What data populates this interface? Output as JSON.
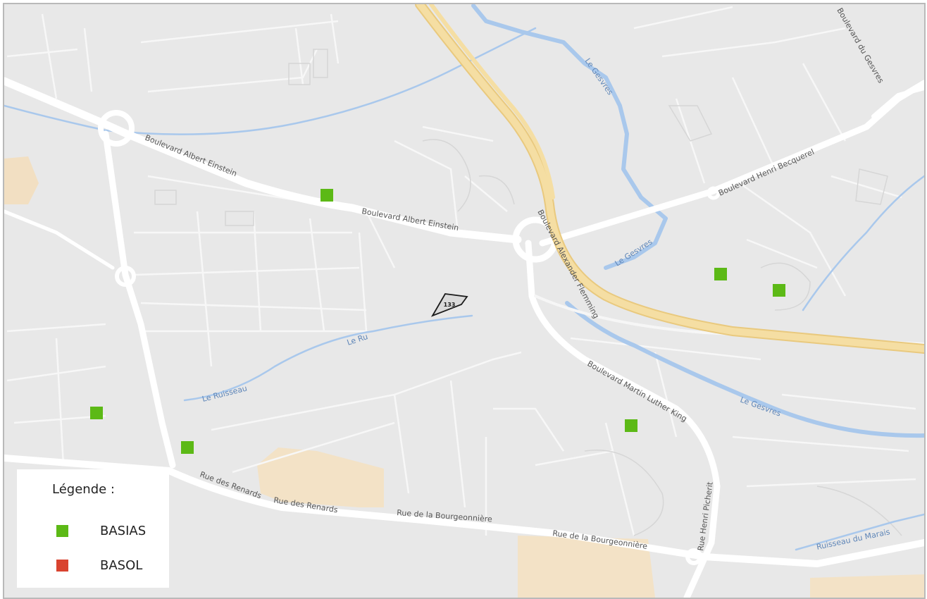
{
  "legend": {
    "title": "Légende :",
    "items": [
      {
        "label": "BASIAS",
        "color": "#5cb916"
      },
      {
        "label": "BASOL",
        "color": "#d9432f"
      }
    ]
  },
  "parcel": {
    "label": "133"
  },
  "roads": {
    "albert_einstein": "Boulevard Albert Einstein",
    "alexander_flemming": "Boulevard Alexander Flemming",
    "henri_becquerel": "Boulevard Henri Becquerel",
    "gesvres": "Boulevard du Gesvres",
    "martin_luther_king": "Boulevard Martin Luther King",
    "renards": "Rue des Renards",
    "bourgeonniere": "Rue de la Bourgeonnière",
    "henri_picherit": "Rue Henri Picherit"
  },
  "water": {
    "gesvres": "Le Gesvres",
    "ruisseau": "Le Ruisseau",
    "ru_ruisseau": "Le Ru",
    "ruisseau_marais": "Ruisseau du Marais"
  },
  "colors": {
    "basias": "#5cb916",
    "basol": "#d9432f",
    "water": "#a9c8ec",
    "motorway": "#f2d99a",
    "land": "#e8e8e8"
  }
}
